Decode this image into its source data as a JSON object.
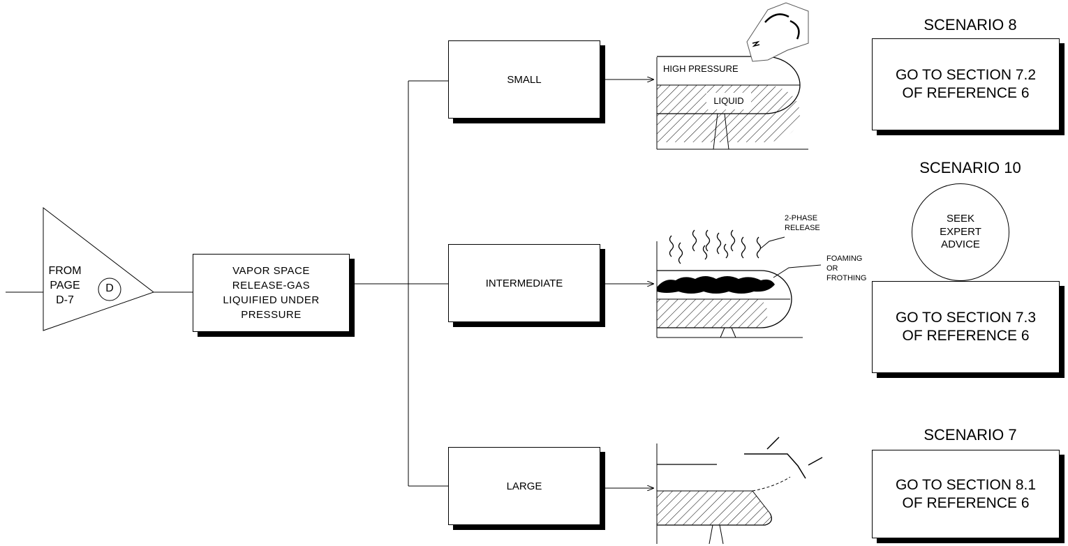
{
  "entry": {
    "triangle_text": "FROM\nPAGE\nD-7",
    "connector_letter": "D"
  },
  "release_box": "VAPOR SPACE\nRELEASE-GAS\nLIQUIFIED UNDER\nPRESSURE",
  "branches": [
    {
      "label": "SMALL"
    },
    {
      "label": "INTERMEDIATE"
    },
    {
      "label": "LARGE"
    }
  ],
  "tank_labels": {
    "high_pressure": "HIGH PRESSURE",
    "liquid": "LIQUID",
    "two_phase": "2-PHASE\nRELEASE",
    "foaming": "FOAMING\nOR\nFROTHING"
  },
  "outcomes": {
    "small": {
      "scenario": "SCENARIO 8",
      "action": "GO TO SECTION 7.2\nOF REFERENCE 6"
    },
    "intermediate": {
      "scenario": "SCENARIO 10",
      "circle": "SEEK\nEXPERT\nADVICE",
      "action": "GO TO SECTION 7.3\nOF REFERENCE 6"
    },
    "large": {
      "scenario": "SCENARIO 7",
      "action": "GO TO SECTION 8.1\nOF REFERENCE 6"
    }
  }
}
